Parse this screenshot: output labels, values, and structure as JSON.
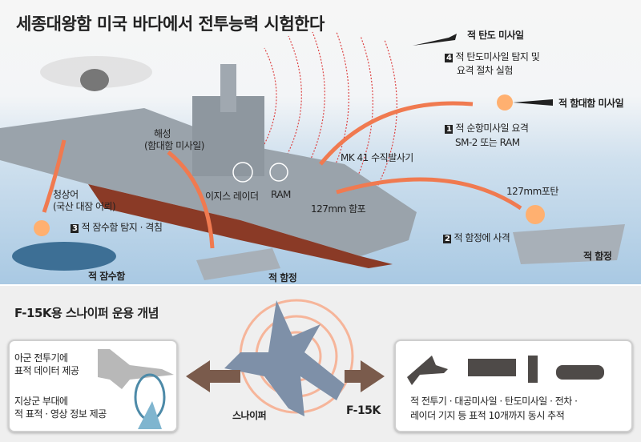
{
  "title": "세종대왕함 미국 바다에서 전투능력 시험한다",
  "ship_labels": {
    "ballistic_missile": "적 탄도 미사일",
    "step4_num": "4",
    "step4_line1": "적 탄도미사일 탐지 및",
    "step4_line2": "요격 절차 실험",
    "anti_ship_missile": "적 함대함 미사일",
    "step1_num": "1",
    "step1_line1": "적 순항미사일 요격",
    "step1_line2": "SM-2 또는 RAM",
    "haesung_line1": "해성",
    "haesung_line2": "(함대함 미사일)",
    "mk41": "MK 41 수직발사기",
    "aegis_radar": "이지스 레이더",
    "ram": "RAM",
    "gun": "127mm 함포",
    "shell": "127mm포탄",
    "torpedo_line1": "청상어",
    "torpedo_line2": "(국산 대잠 어뢰)",
    "step3_num": "3",
    "step3_text": "적 잠수함 탐지 · 격침",
    "step2_num": "2",
    "step2_text": "적 함정에 사격",
    "enemy_ship_right": "적 함정",
    "enemy_sub": "적 잠수함",
    "enemy_ship_center": "적 함정"
  },
  "sniper": {
    "heading": "F-15K용 스나이퍼 운용 개념",
    "left_item1_line1": "아군 전투기에",
    "left_item1_line2": "표적 데이터 제공",
    "left_item2_line1": "지상군 부대에",
    "left_item2_line2": "적 표적 · 영상 정보 제공",
    "pod_label": "스나이퍼",
    "aircraft_label": "F-15K",
    "right_line1": "적 전투기 · 대공미사일 · 탄도미사일 · 전차 ·",
    "right_line2": "레이더 기지 등 표적  10개까지 동시 추적"
  },
  "colors": {
    "arrow": "#f07a50",
    "sea": "#a9c9e3",
    "ship": "#9aa3ab",
    "hull": "#8a3a26"
  }
}
